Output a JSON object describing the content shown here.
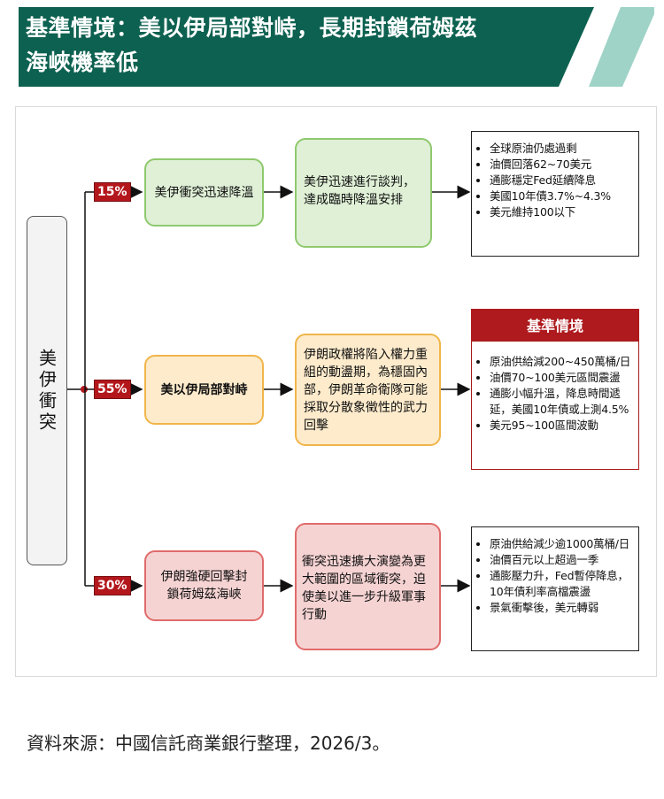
{
  "header": {
    "title": "基準情境：美以伊局部對峙，長期封鎖荷姆茲\n海峽機率低",
    "bg_color": "#0d6150",
    "accent_color": "#9fd3c7"
  },
  "root": {
    "label": "美伊衝突"
  },
  "branches": [
    {
      "probability": "15%",
      "trigger": "美伊衝突迅速降溫",
      "detail": "美伊迅速進行談判，達成臨時降溫安排",
      "outcomes": [
        "全球原油仍處過剩",
        "油價回落62~70美元",
        "通膨穩定Fed延續降息",
        "美國10年債3.7%~4.3%",
        "美元維持100以下"
      ]
    },
    {
      "probability": "55%",
      "trigger": "美以伊局部對峙",
      "detail": "伊朗政權將陷入權力重組的動盪期，為穩固內部，伊朗革命衛隊可能採取分散象徵性的武力回擊",
      "heading": "基準情境",
      "outcomes": [
        "原油供給減200~450萬桶/日",
        "油價70~100美元區間震盪",
        "通膨小幅升溫，降息時間遞延，美國10年債或上測4.5%",
        "美元95~100區間波動"
      ]
    },
    {
      "probability": "30%",
      "trigger": "伊朗強硬回擊封鎖荷姆茲海峽",
      "detail": "衝突迅速擴大演變為更大範圍的區域衝突，迫使美以進一步升級軍事行動",
      "outcomes": [
        "原油供給減少逾1000萬桶/日",
        "油價百元以上超過一季",
        "通膨壓力升，Fed暫停降息，10年債利率高檔震盪",
        "景氣衝擊後，美元轉弱"
      ]
    }
  ],
  "source": "資料來源：中國信託商業銀行整理，2026/3。"
}
